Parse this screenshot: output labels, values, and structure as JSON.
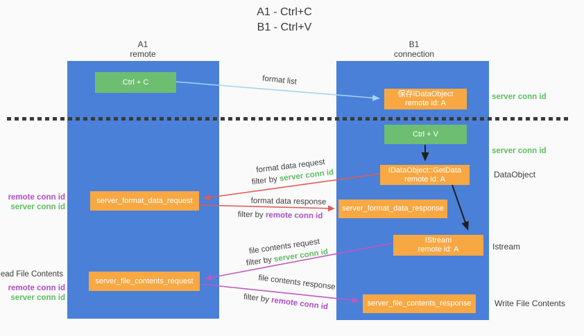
{
  "title": {
    "line1": "A1 - Ctrl+C",
    "line2": "B1 - Ctrl+V"
  },
  "columns": {
    "left": {
      "id": "A1",
      "subtitle": "remote"
    },
    "right": {
      "id": "B1",
      "subtitle": "connection"
    }
  },
  "nodes": {
    "ctrl_c": {
      "label": "Ctrl + C"
    },
    "ctrl_v": {
      "label": "Ctrl + V"
    },
    "save_dataobject": {
      "line1": "保存IDataObject",
      "line2": "remote id: A"
    },
    "getdata": {
      "line1": "IDataObject::GetData",
      "line2": "remote id: A"
    },
    "istream": {
      "line1": "IStream",
      "line2": "remote id: A"
    },
    "format_request": {
      "label": "server_format_data_request"
    },
    "format_response": {
      "label": "server_format_data_response"
    },
    "file_request": {
      "label": "server_file_contents_request"
    },
    "file_response": {
      "label": "server_file_contents_response"
    }
  },
  "flow_labels": {
    "format_list": "format list",
    "format_data_request": "format data request",
    "filter_server_1": {
      "prefix": "filter by ",
      "value": "server conn id"
    },
    "format_data_response": "format data response",
    "filter_remote_1": {
      "prefix": "filter by ",
      "value": "remote conn id"
    },
    "file_contents_request": "file contents request",
    "filter_server_2": {
      "prefix": "filter by ",
      "value": "server conn id"
    },
    "file_contents_response": "file contents response",
    "filter_remote_2": {
      "prefix": "filter by ",
      "value": "remote conn id"
    }
  },
  "side_labels": {
    "left_mid": {
      "remote": "remote conn id",
      "server": "server conn id"
    },
    "left_bottom_title": "Read File Contents",
    "left_bottom": {
      "remote": "remote conn id",
      "server": "server conn id"
    },
    "right_top_conn": "server conn id",
    "right_mid_conn": "server conn id",
    "right_dataobject": "DataObject",
    "right_istream": "Istream",
    "right_write": "Write File Contents"
  },
  "colors": {
    "lane_blue": "#4a80d8",
    "node_green": "#6ebe71",
    "node_orange": "#f8a843",
    "text_green": "#5cbe60",
    "text_purple": "#ab4ec4",
    "arrow_red": "#e25b55",
    "arrow_magenta": "#c158c1",
    "arrow_lightblue": "#a5d3f1",
    "arrow_black": "#1f1f1f",
    "background": "#fafafa"
  }
}
